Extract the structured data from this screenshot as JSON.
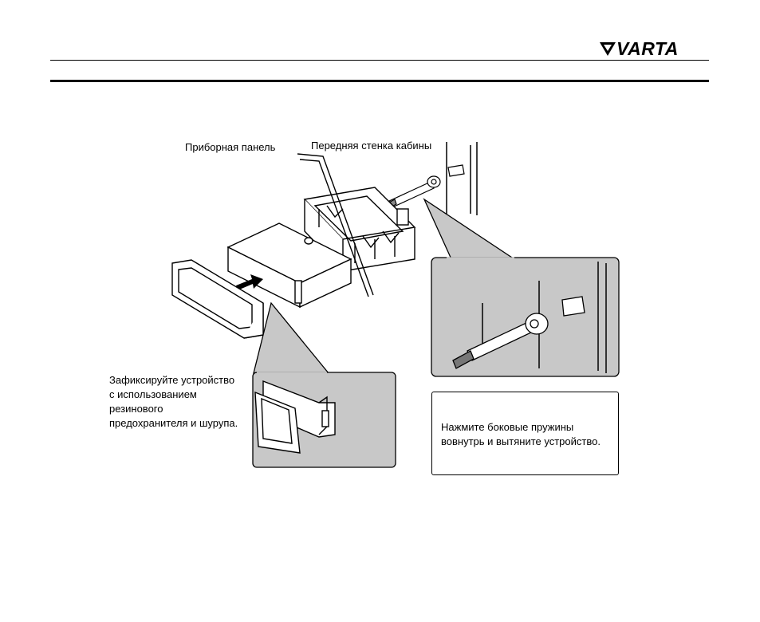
{
  "header": {
    "brand": "VARTA",
    "logo_icon": "varta-chevron-icon"
  },
  "diagram": {
    "label_dashboard": "Приборная панель",
    "label_cabin_wall": "Передняя стенка кабины",
    "fix_text": [
      "Зафиксируйте устройство",
      "с использованием",
      "резинового",
      "предохранителя и шурупа."
    ],
    "press_text": [
      "Нажмите боковые пружины",
      "вовнутрь и вытяните устройство."
    ]
  },
  "colors": {
    "ink": "#000000",
    "panel_gray": "#c8c8c8"
  }
}
